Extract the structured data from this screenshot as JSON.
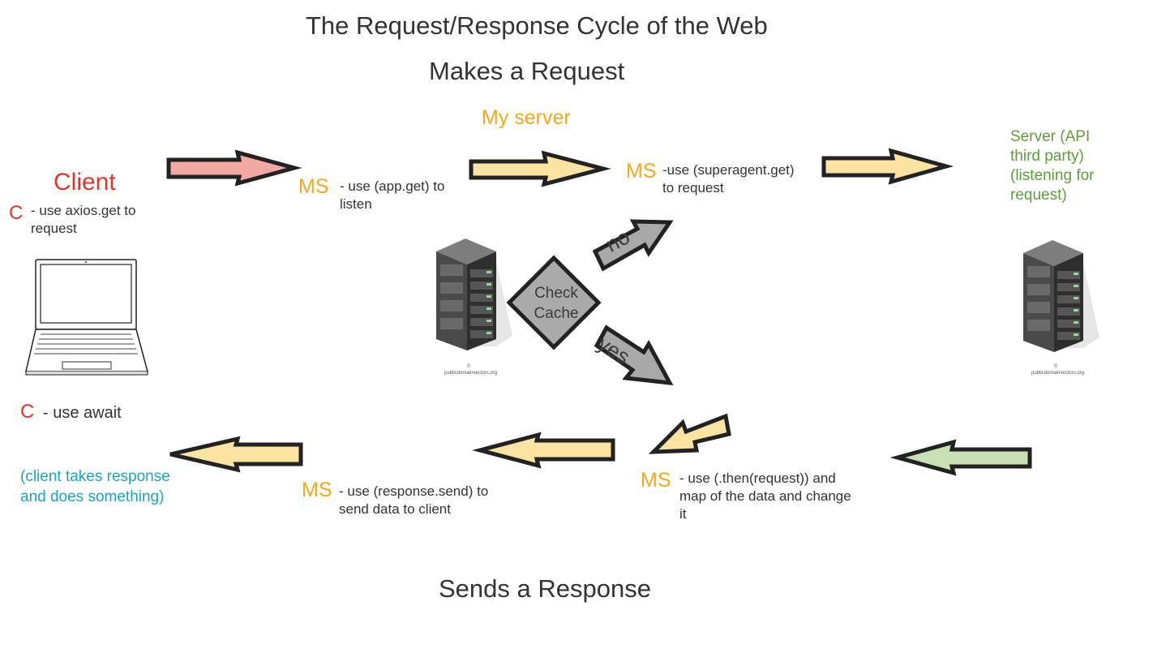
{
  "title": "The Request/Response Cycle of the Web",
  "top_label": "Makes a Request",
  "bottom_label": "Sends a Response",
  "my_server_label": "My server",
  "client": {
    "heading": "Client",
    "c1_letter": "C",
    "c1_note": "- use axios.get to request",
    "c2_letter": "C",
    "c2_note": "- use await",
    "response_note": "(client takes response and does something)"
  },
  "ms_listen": {
    "letter": "MS",
    "note": "- use (app.get) to listen"
  },
  "ms_superagent": {
    "letter": "MS",
    "note": "-use (superagent.get) to request"
  },
  "ms_then": {
    "letter": "MS",
    "note": "- use (.then(request)) and map of the data and change it"
  },
  "ms_send": {
    "letter": "MS",
    "note": "- use (response.send) to send data to client"
  },
  "third_party": {
    "note": "Server (API third party) (listening for request)"
  },
  "cache": {
    "label_line1": "Check",
    "label_line2": "Cache",
    "no_label": "no",
    "yes_label": "yes"
  },
  "server_caption": "publicdomainvectors.org",
  "colors": {
    "red_arrow": "#f2a9a3",
    "yellow_arrow": "#fbe3a4",
    "green_arrow": "#c8e0b4",
    "gray_arrow": "#a9a9a9",
    "client_red": "#e0342c",
    "ms_orange": "#f2a91c",
    "third_party_green": "#5e9d3c",
    "teal": "#1aa3c4"
  }
}
